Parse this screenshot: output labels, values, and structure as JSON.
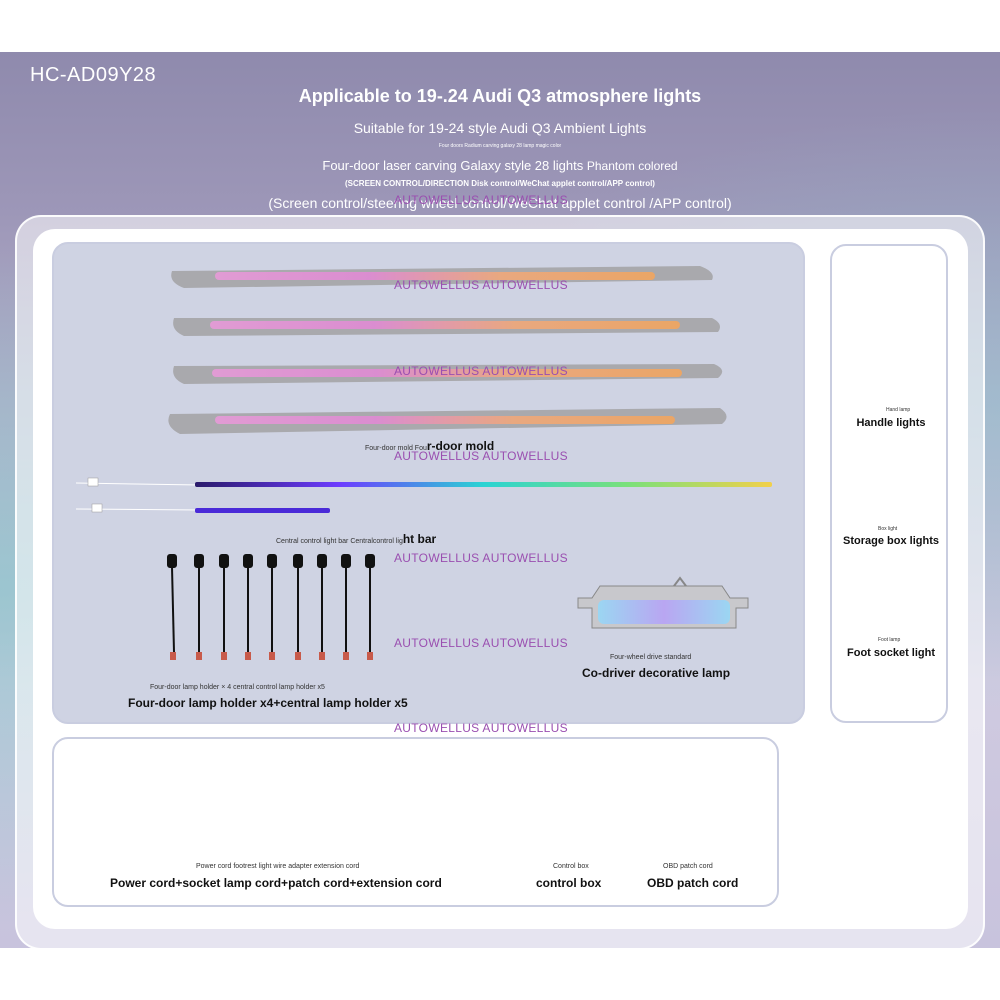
{
  "header": {
    "model": "HC-AD09Y28",
    "title": "Applicable to 19-.24 Audi Q3 atmosphere lights",
    "subtitle": "Suitable for 19-24 style Audi Q3 Ambient Lights",
    "tiny_line": "Four doors Radium carving galaxy 28 lamp magic color",
    "line_main": "Four-door laser carving Galaxy style 28 lights",
    "line_main_suffix": "Phantom colored",
    "control_cn": "(SCREEN CONTROL/DIRECTION Disk control/WeChat applet control/APP control)",
    "control_en": "(Screen control/steering wheel control/WeChat applet control /APP control)"
  },
  "watermark": "AUTOWELLUS  AUTOWELLUS",
  "main_panel": {
    "door_mold_small": "Four-door mold Fou",
    "door_mold_big": "r-door mold",
    "light_bar_small": "Central control light bar Centralcontrol lig",
    "light_bar_big": "ht bar",
    "co_driver_small": "Four-wheel drive standard",
    "co_driver_big": "Co-driver decorative lamp",
    "lamp_holder_small": "Four-door lamp holder × 4 central control lamp holder x5",
    "lamp_holder_big": "Four-door lamp holder x4+central lamp holder x5"
  },
  "side_panel": {
    "handle_small": "Hand lamp",
    "handle_big": "Handle lights",
    "storage_small": "Box light",
    "storage_big": "Storage box lights",
    "foot_small": "Foot lamp",
    "foot_big": "Foot socket light"
  },
  "bottom_panel": {
    "power_small": "Power cord footrest light wire adapter extension cord",
    "power_big": "Power cord+socket lamp cord+patch cord+extension cord",
    "control_small": "Control box",
    "control_big": "control box",
    "obd_small": "OBD patch cord",
    "obd_big": "OBD patch cord"
  },
  "colors": {
    "mold_glow_pink": "#e79ad8",
    "mold_glow_orange": "#f2a55e",
    "mold_body": "#a9a9ad",
    "rainbow_start": "#6d3cff",
    "rainbow_end": "#f2d04a",
    "watermark": "#9a4fb0"
  }
}
